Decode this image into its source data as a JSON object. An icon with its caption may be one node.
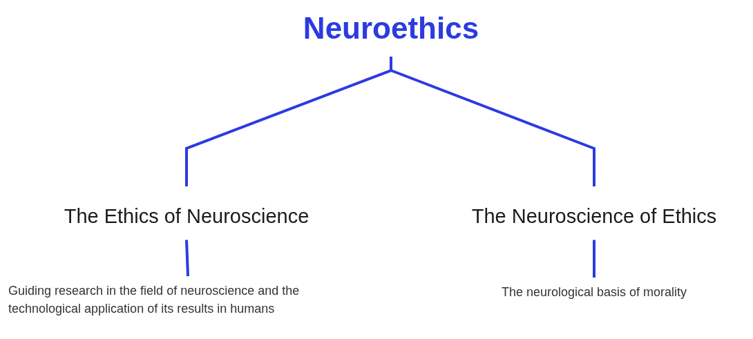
{
  "diagram": {
    "title": "Neuroethics",
    "nodes": [
      {
        "text": [
          "The Ethics of Neuroscience"
        ]
      },
      {
        "text": [
          "The Neuroscience of Ethics"
        ]
      },
      {
        "text": [
          "Guiding research in the field of neuroscience and the technological application of its results in humans"
        ]
      },
      {
        "text": [
          "The neurological basis of morality"
        ]
      }
    ],
    "edges": [
      {
        "from": null,
        "to": 0,
        "arrow": "none"
      },
      {
        "from": null,
        "to": 1,
        "arrow": "none"
      },
      {
        "from": 0,
        "to": 2,
        "arrow": "none"
      },
      {
        "from": 1,
        "to": 3,
        "arrow": "none"
      }
    ]
  }
}
